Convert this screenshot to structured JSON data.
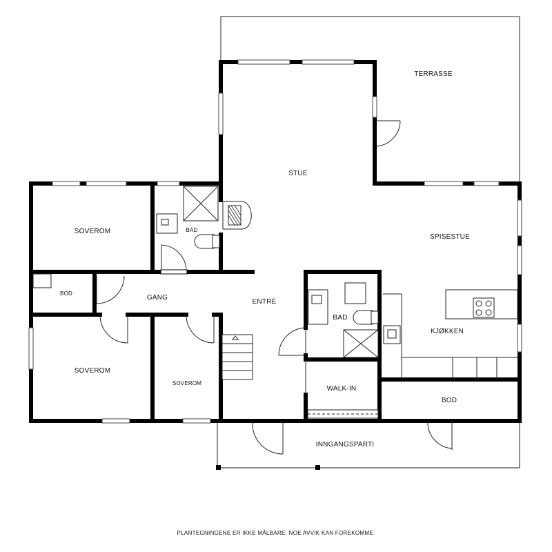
{
  "rooms": {
    "terrasse": "TERRASSE",
    "stue": "STUE",
    "spisestue": "SPISESTUE",
    "soverom_top": "SOVEROM",
    "bad_top": "BAD",
    "bod_left": "BOD",
    "gang": "GANG",
    "entre": "ENTRÉ",
    "bad_mid": "BAD",
    "kjokken": "KJØKKEN",
    "soverom_bottom_left": "SOVEROM",
    "soverom_bottom_mid": "SOVEROM",
    "walk_in": "WALK-IN",
    "bod_right": "BOD",
    "inngangsparti": "INNGANGSPARTI"
  },
  "disclaimer": "PLANTEGNINGENE ER IKKE MÅLBARE. NOE AVVIK KAN FOREKOMME.",
  "colors": {
    "wall": "#000000",
    "background": "#ffffff",
    "line": "#222222"
  }
}
